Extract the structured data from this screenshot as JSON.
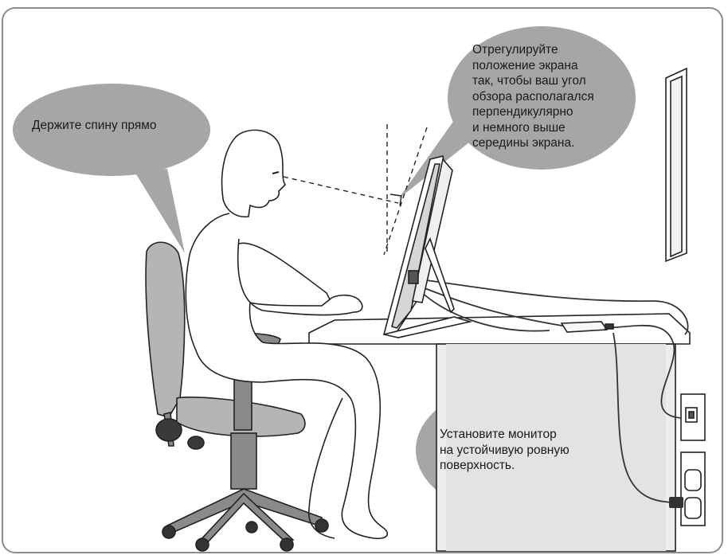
{
  "tips": {
    "back": {
      "lines": [
        "Держите спину прямо"
      ]
    },
    "screen": {
      "lines": [
        "Отрегулируйте",
        "положение экрана",
        "так, чтобы ваш угол",
        "обзора располагался",
        "перпендикулярно",
        "и немного выше",
        "середины экрана."
      ]
    },
    "surface": {
      "lines": [
        "Установите монитор",
        "на устойчивую ровную",
        "поверхность."
      ]
    }
  },
  "colors": {
    "bubble": "#a6a6a6",
    "frame": "#8c8c8c",
    "chair": "#b5b5b5",
    "chair_dark": "#6e6e6e",
    "line": "#222222",
    "desk_front": "#ededed"
  }
}
